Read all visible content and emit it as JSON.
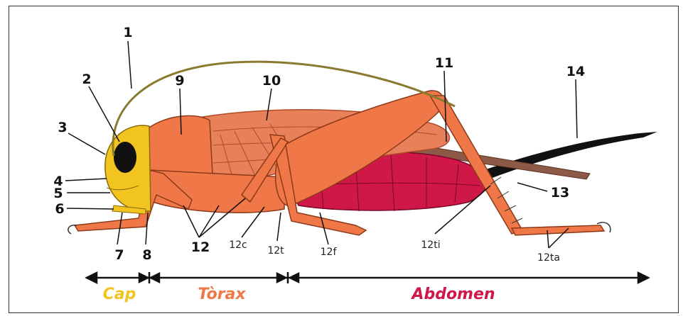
{
  "labels": {
    "n1": "1",
    "n2": "2",
    "n3": "3",
    "n4": "4",
    "n5": "5",
    "n6": "6",
    "n7": "7",
    "n8": "8",
    "n9": "9",
    "n10": "10",
    "n11": "11",
    "n12": "12",
    "n13": "13",
    "n14": "14",
    "n12c": "12c",
    "n12t": "12t",
    "n12f": "12f",
    "n12ti": "12ti",
    "n12ta": "12ta"
  },
  "regions": {
    "cap": "Cap",
    "torax": "Tòrax",
    "abdomen": "Abdomen"
  },
  "colors": {
    "head": "#f2c420",
    "body": "#f07848",
    "wing": "#e8805a",
    "abdomen": "#d01848",
    "ovipositor": "#111111",
    "cap_text": "#f2c420",
    "torax_text": "#f07848",
    "abdomen_text": "#d01848"
  }
}
